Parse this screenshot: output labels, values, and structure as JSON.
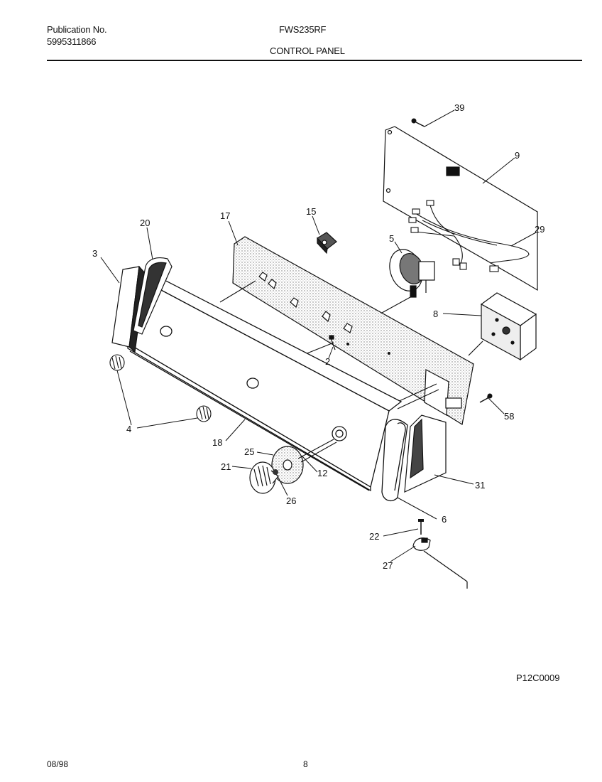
{
  "header": {
    "publication_label": "Publication No.",
    "publication_number": "5995311866",
    "model": "FWS235RF",
    "section_title": "CONTROL PANEL"
  },
  "callouts": {
    "c39": "39",
    "c9": "9",
    "c17": "17",
    "c15": "15",
    "c20": "20",
    "c29": "29",
    "c3": "3",
    "c5": "5",
    "c8": "8",
    "c2": "2",
    "c58": "58",
    "c4": "4",
    "c18": "18",
    "c25": "25",
    "c21": "21",
    "c12": "12",
    "c31": "31",
    "c26": "26",
    "c6": "6",
    "c22": "22",
    "c27": "27"
  },
  "footer": {
    "figure_code": "P12C0009",
    "date": "08/98",
    "page_number": "8"
  }
}
